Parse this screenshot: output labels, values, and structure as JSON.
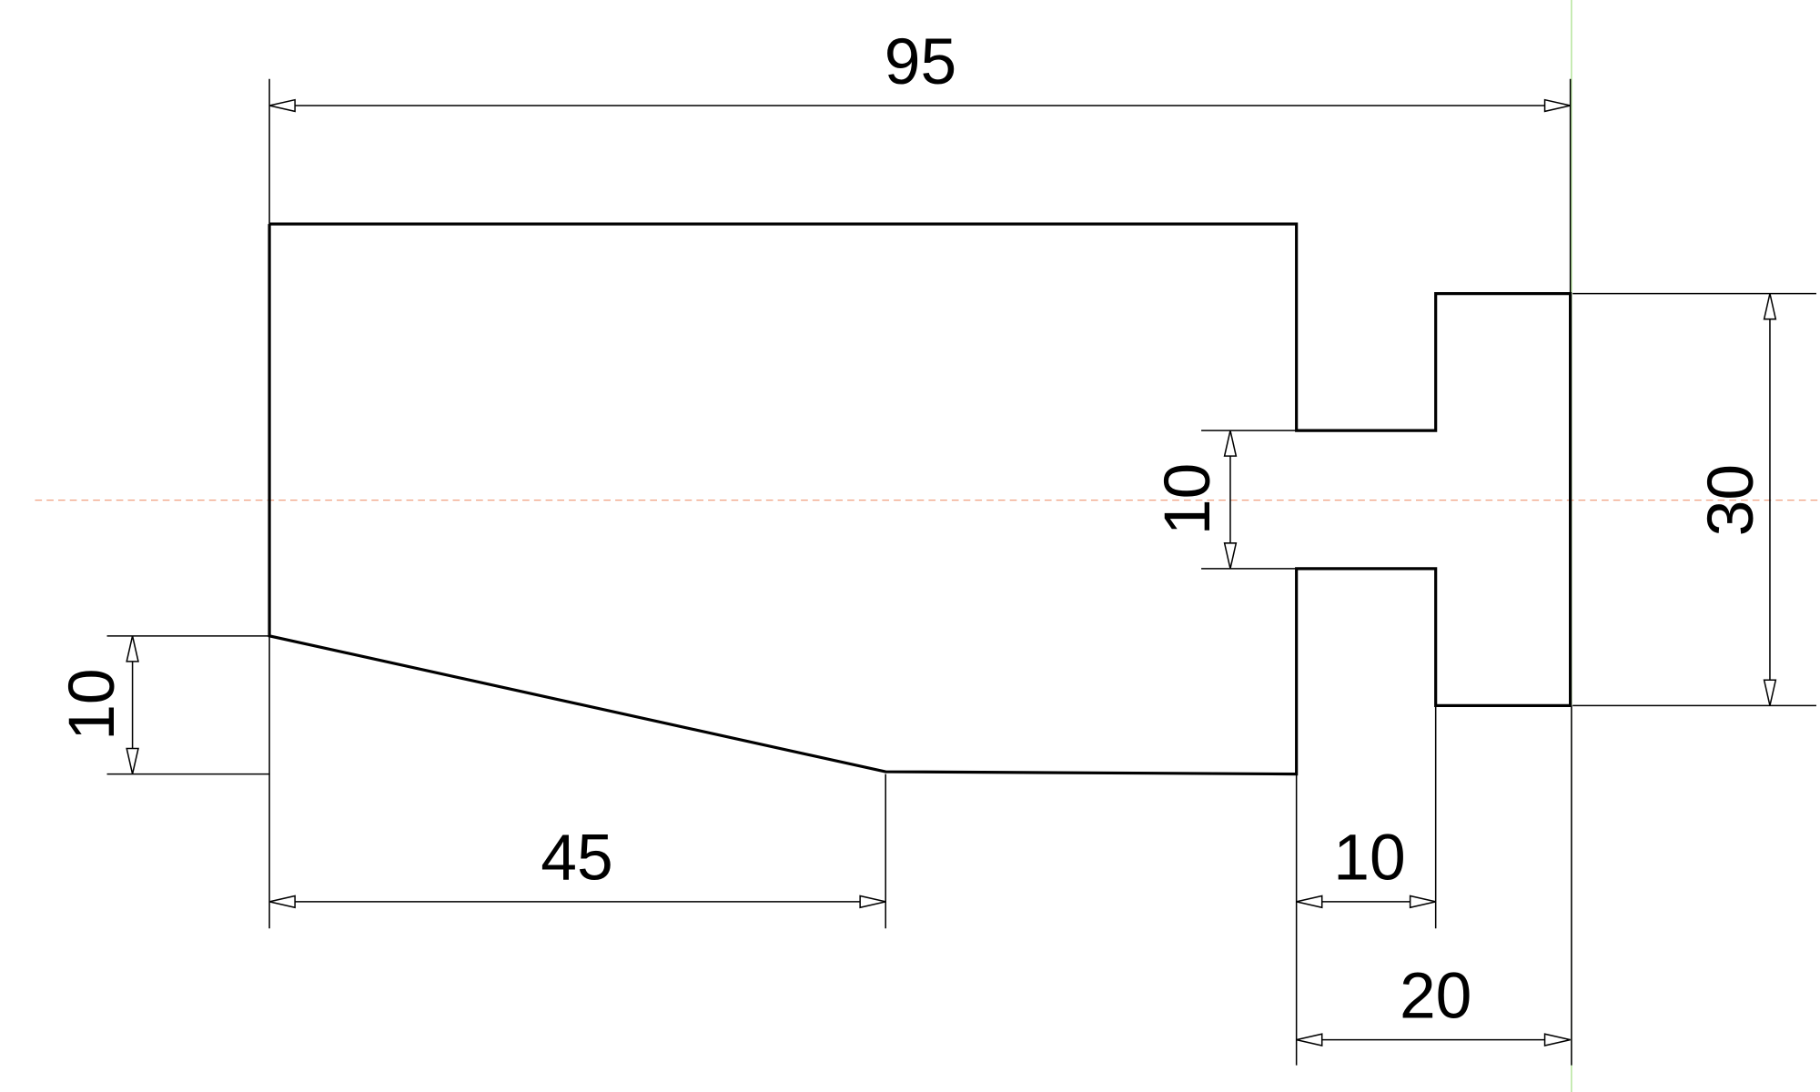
{
  "colors": {
    "outline": "#000000",
    "dimension": "#000000",
    "centerline": "#f0a080",
    "vertical_guide": "#a8e08a",
    "background": "#ffffff"
  },
  "dimensions": {
    "overall_length": "95",
    "taper_length": "45",
    "taper_height": "10",
    "slot_width": "10",
    "neck_length": "10",
    "head_length": "20",
    "head_height": "30"
  }
}
